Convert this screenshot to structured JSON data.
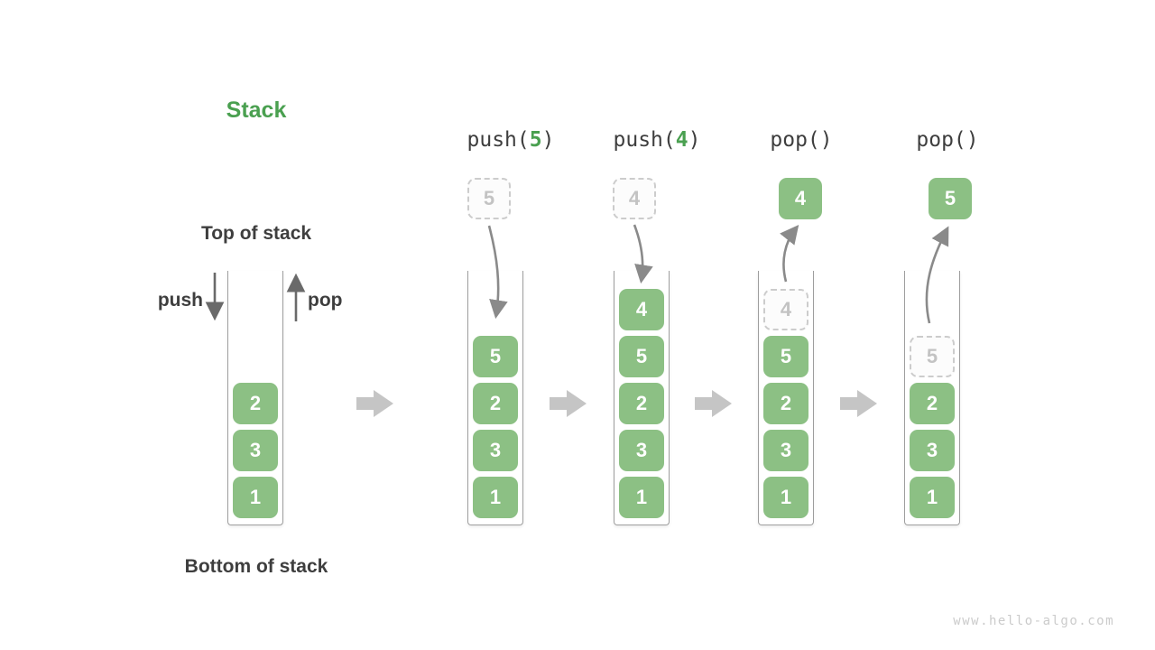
{
  "title": "Stack",
  "labels": {
    "top_of_stack": "Top of stack",
    "bottom_of_stack": "Bottom of stack",
    "push": "push",
    "pop": "pop"
  },
  "watermark": "www.hello-algo.com",
  "colors": {
    "box_green": "#8CC084",
    "accent_green": "#4AA050",
    "text_dark": "#3E3E3E",
    "dashed_border": "#CCCCCC",
    "dashed_text": "#C3C3C3",
    "container_border": "#9E9E9E",
    "step_arrow_gray": "#C5C5C5",
    "curve_arrow_gray": "#8A8A8A",
    "watermark_gray": "#CBCBCB"
  },
  "columns": [
    {
      "name": "initial",
      "stack": [
        "2",
        "3",
        "1"
      ]
    },
    {
      "name": "push-5",
      "op": {
        "prefix": "push(",
        "arg": "5",
        "suffix": ")"
      },
      "float": "5",
      "float_style": "dashed",
      "stack": [
        "5",
        "2",
        "3",
        "1"
      ]
    },
    {
      "name": "push-4",
      "op": {
        "prefix": "push(",
        "arg": "4",
        "suffix": ")"
      },
      "float": "4",
      "float_style": "dashed",
      "stack": [
        "4",
        "5",
        "2",
        "3",
        "1"
      ]
    },
    {
      "name": "pop-4",
      "op": {
        "prefix": "pop(",
        "arg": "",
        "suffix": ")"
      },
      "float": "4",
      "float_style": "solid",
      "top_dashed": true,
      "stack": [
        "4",
        "5",
        "2",
        "3",
        "1"
      ]
    },
    {
      "name": "pop-5",
      "op": {
        "prefix": "pop(",
        "arg": "",
        "suffix": ")"
      },
      "float": "5",
      "float_style": "solid",
      "top_dashed": true,
      "stack": [
        "5",
        "2",
        "3",
        "1"
      ]
    }
  ]
}
